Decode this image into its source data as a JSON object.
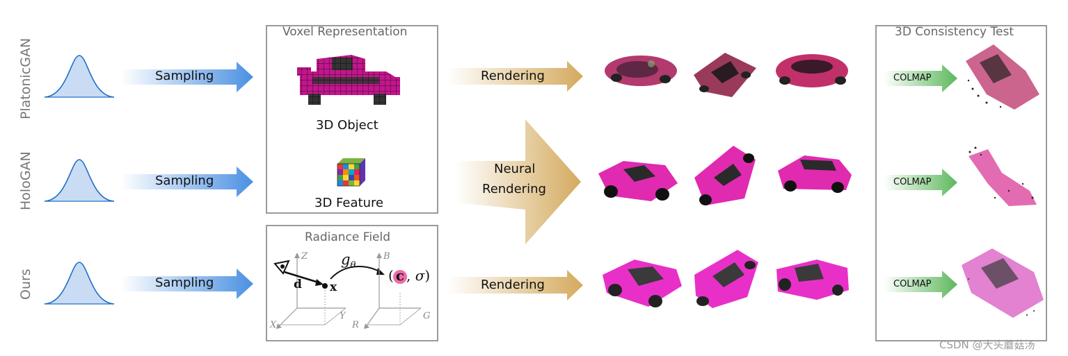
{
  "rows": [
    {
      "label": "PlatonicGAN"
    },
    {
      "label": "HoloGAN"
    },
    {
      "label": "Ours"
    }
  ],
  "sampling_label": "Sampling",
  "rendering_label": "Rendering",
  "neural_rendering_label": [
    "Neural",
    "Rendering"
  ],
  "voxel_box": {
    "title": "Voxel Representation",
    "object_caption": "3D Object",
    "feature_caption": "3D Feature"
  },
  "radiance_box": {
    "title": "Radiance Field",
    "axes_left": {
      "z": "Z",
      "x": "X",
      "y": "Y"
    },
    "axes_right": {
      "b": "B",
      "r": "R",
      "g": "G"
    },
    "d_label": "d",
    "x_label": "x",
    "g_label": "g",
    "theta": "θ",
    "output_c": "c",
    "output_sigma": "σ"
  },
  "consistency_box": {
    "title": "3D Consistency Test",
    "colmap_label": "COLMAP"
  },
  "watermark": "CSDN @大头蘑菇汤",
  "colors": {
    "sampling_arrow": "#4a90e2",
    "rendering_arrow": "#d4aa5e",
    "colmap_arrow": "#5cb85c",
    "car_magenta": "#e020b0",
    "gauss_fill": "#c9dcf4",
    "gauss_line": "#1f6fc6"
  }
}
